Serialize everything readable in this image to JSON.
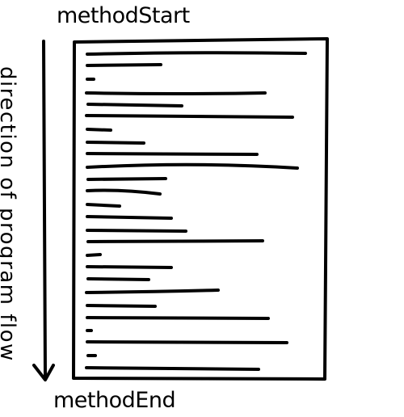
{
  "labels": {
    "start": "methodStart",
    "end": "methodEnd",
    "flow": "direction of program flow"
  },
  "colors": {
    "ink": "#000000",
    "background": "#ffffff"
  }
}
